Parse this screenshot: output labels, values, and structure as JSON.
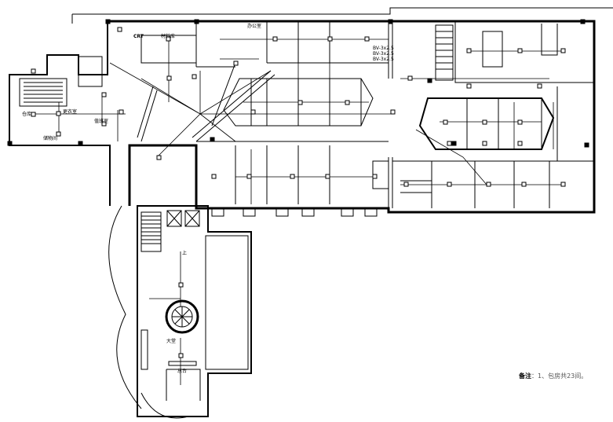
{
  "drawing": {
    "title": "floor electrical lighting plan",
    "labels": {
      "office": "办公室",
      "crt": "CRT",
      "material": "材料库",
      "stair_up": "上",
      "lobby": "大堂",
      "reception": "总台",
      "room_a": "仓库",
      "room_b": "更衣室",
      "room_c": "值班室",
      "room_d": "储物间",
      "cable_note_1": "BV-3x2.5",
      "cable_note_2": "BV-3x2.5",
      "cable_note_3": "BV-3x2.5"
    },
    "note": {
      "prefix": "备注",
      "text": "：1、包房共23间。"
    }
  }
}
